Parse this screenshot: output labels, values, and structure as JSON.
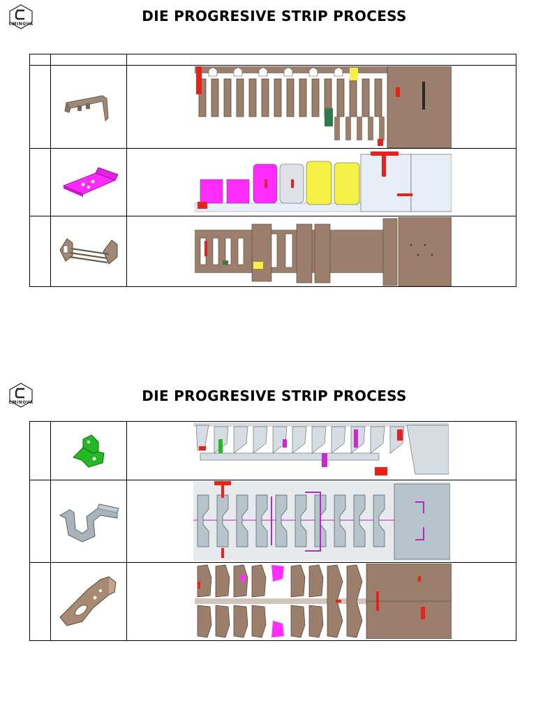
{
  "brand": {
    "name": "CMINOVA",
    "icon": "cminova-logo-icon"
  },
  "sections": [
    {
      "title": "DIE PROGRESIVE STRIP PROCESS",
      "rows": [
        {
          "part_icon": "bracket-part-icon",
          "part_color": "#9e8878",
          "strip_color": "#9b7f6c",
          "accent_color": "#e8221b"
        },
        {
          "part_icon": "plate-part-icon",
          "part_color": "#ff2bff",
          "strip_color": "#e8eef8",
          "accent_color": "#f5f046"
        },
        {
          "part_icon": "frame-part-icon",
          "part_color": "#9e8878",
          "strip_color": "#9b7f6c",
          "accent_color": "#e8221b"
        }
      ]
    },
    {
      "title": "DIE PROGRESIVE STRIP PROCESS",
      "rows": [
        {
          "part_icon": "green-bracket-part-icon",
          "part_color": "#25b825",
          "strip_color": "#d5dce2",
          "accent_color": "#c82ad0"
        },
        {
          "part_icon": "hook-part-icon",
          "part_color": "#aab2bb",
          "strip_color": "#b8c4cc",
          "accent_color": "#b428c0"
        },
        {
          "part_icon": "gusset-part-icon",
          "part_color": "#a88a74",
          "strip_color": "#9b7f6c",
          "accent_color": "#ff30ff"
        }
      ]
    }
  ]
}
